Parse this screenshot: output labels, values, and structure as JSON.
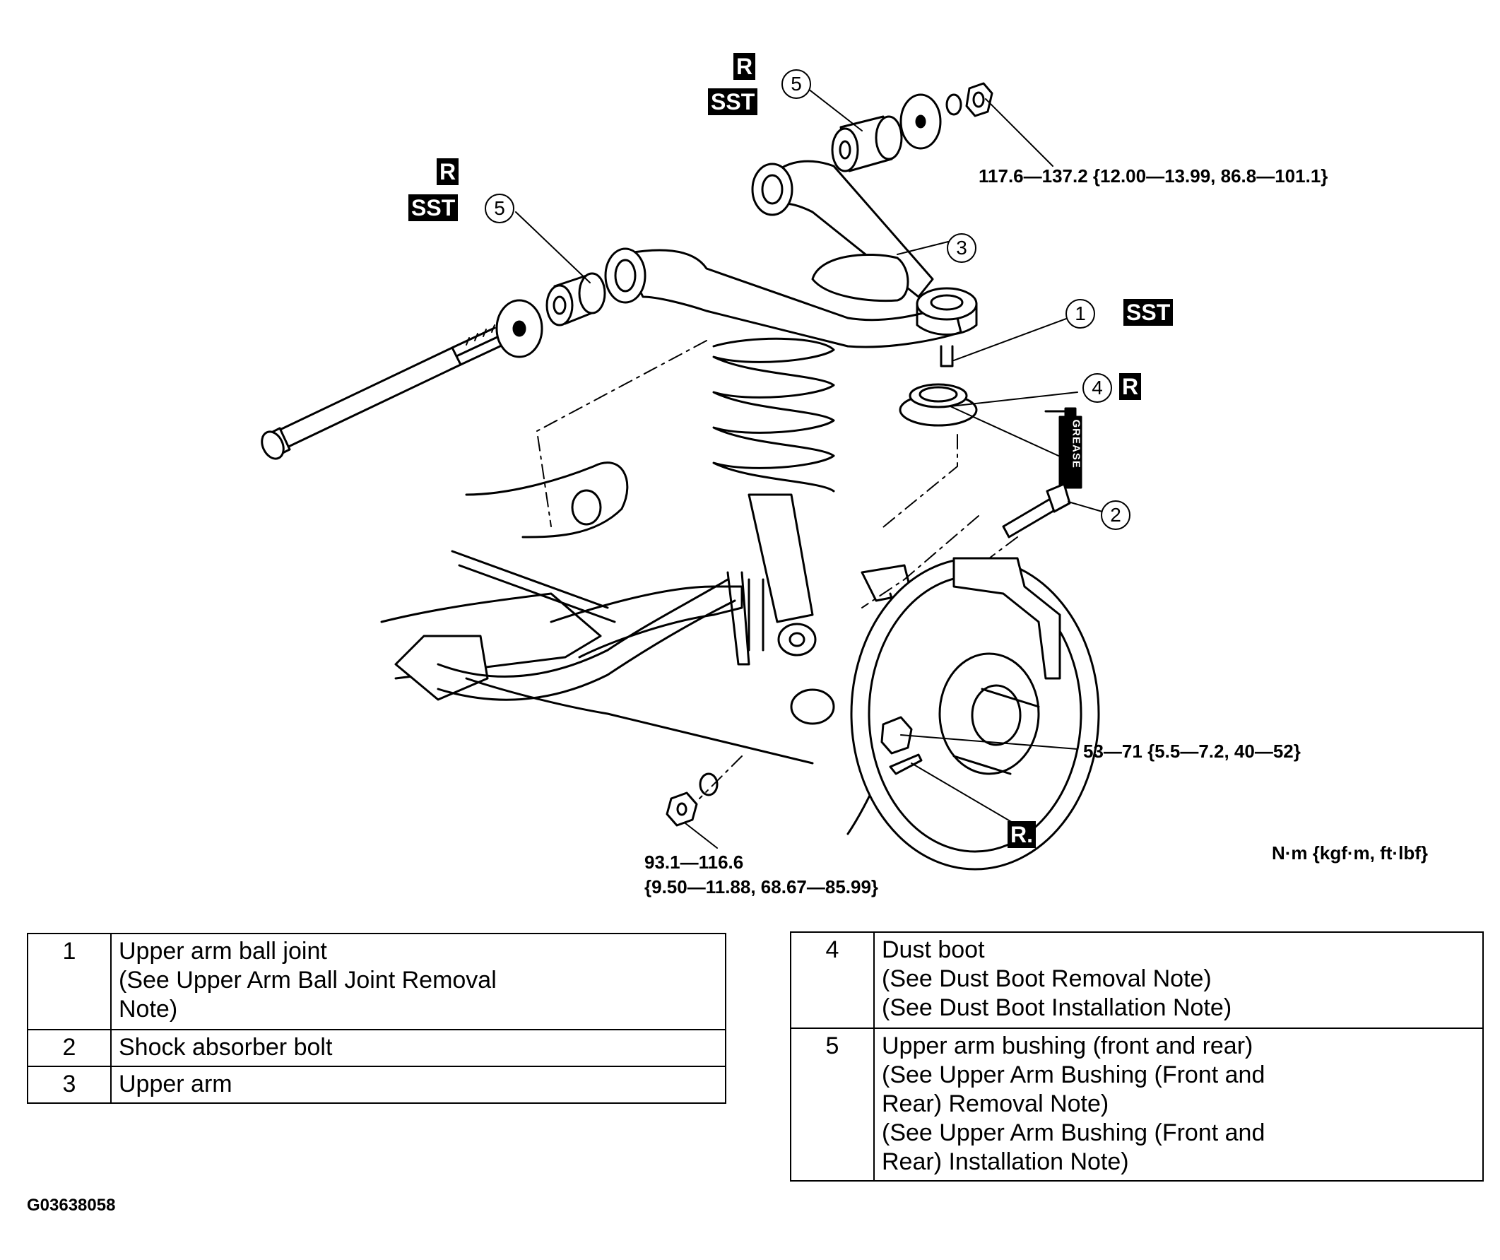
{
  "tags": {
    "r": "R",
    "sst": "SST",
    "r_dot": "R."
  },
  "callouts": {
    "n1": "1",
    "n2": "2",
    "n3": "3",
    "n4": "4",
    "n5": "5"
  },
  "grease_label": "GREASE",
  "torques": {
    "upper_rear_nut": "117.6—137.2 {12.00—13.99, 86.8—101.1}",
    "knuckle_nut": "53—71 {5.5—7.2, 40—52}",
    "tie_rod_nut_line1": "93.1—116.6",
    "tie_rod_nut_line2": "{9.50—11.88, 68.67—85.99}",
    "unit": "N·m {kgf·m, ft·lbf}"
  },
  "legend_left": [
    {
      "no": "1",
      "lines": [
        "Upper arm ball joint",
        "(See Upper Arm Ball Joint Removal",
        "Note)"
      ]
    },
    {
      "no": "2",
      "lines": [
        "Shock absorber bolt"
      ]
    },
    {
      "no": "3",
      "lines": [
        "Upper arm"
      ]
    }
  ],
  "legend_right": [
    {
      "no": "4",
      "lines": [
        "Dust boot",
        "(See Dust Boot Removal Note)",
        "(See Dust Boot Installation Note)"
      ]
    },
    {
      "no": "5",
      "lines": [
        "Upper arm bushing (front and rear)",
        "(See Upper Arm Bushing (Front and",
        "Rear) Removal Note)",
        "(See Upper Arm Bushing (Front and",
        "Rear) Installation Note)"
      ]
    }
  ],
  "figure_code": "G03638058"
}
